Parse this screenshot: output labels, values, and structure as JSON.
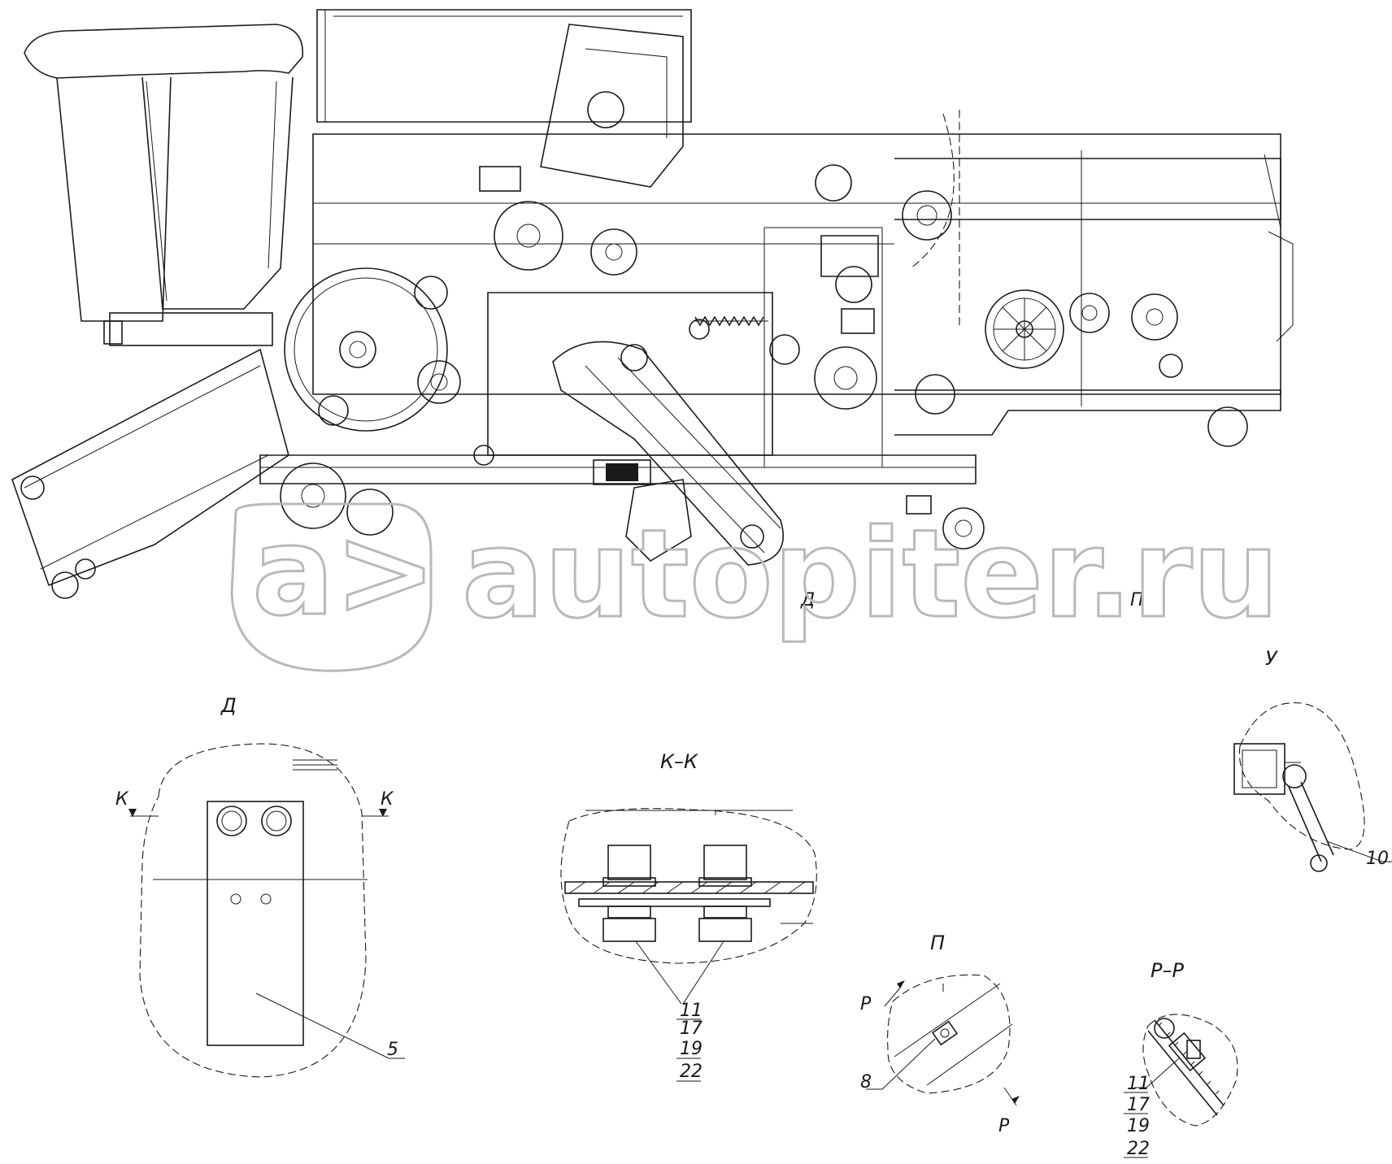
{
  "main_view": {
    "view_markers": {
      "d": "Д",
      "p": "П"
    }
  },
  "watermark": {
    "badge": "a>",
    "text": "autopiter.ru"
  },
  "detail_d": {
    "title": "Д",
    "section_left": "К",
    "section_right": "К",
    "callouts": [
      "5"
    ]
  },
  "detail_kk": {
    "title": "К–К",
    "callouts": [
      "11",
      "17",
      "19",
      "22"
    ]
  },
  "detail_u": {
    "title": "У",
    "callouts": [
      "10"
    ]
  },
  "detail_p": {
    "title": "П",
    "section_top": "Р",
    "section_bottom": "Р",
    "callouts": [
      "8"
    ]
  },
  "detail_rr": {
    "title": "Р–Р",
    "callouts": [
      "11",
      "17",
      "19",
      "22"
    ]
  }
}
